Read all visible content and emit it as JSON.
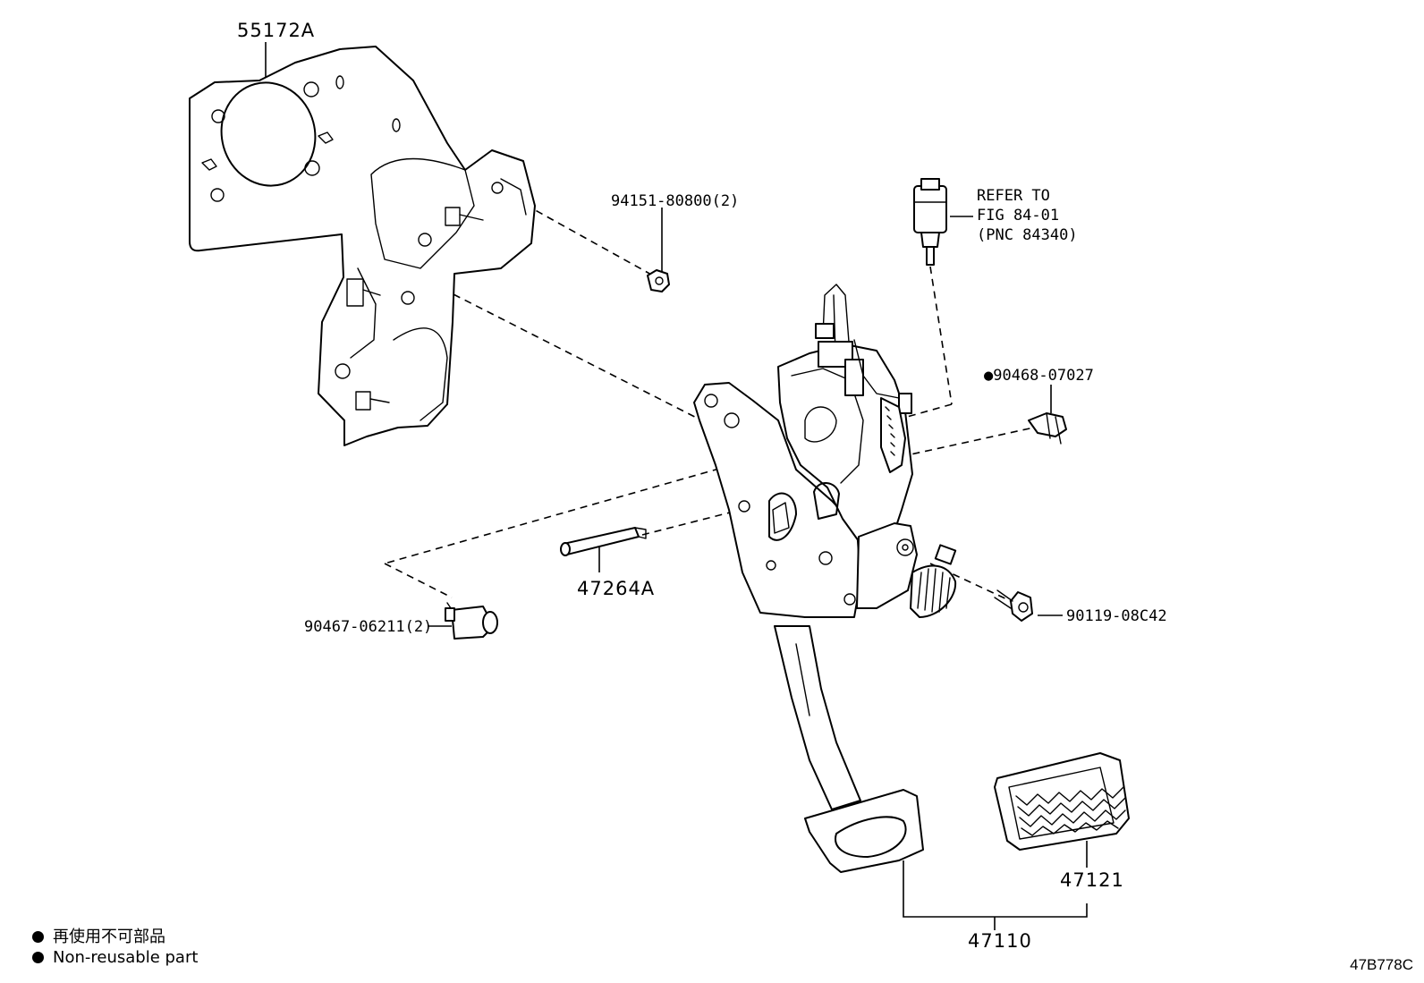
{
  "parts": {
    "p55172A": "55172A",
    "p94151": "94151-80800(2)",
    "refer_line1": "REFER TO",
    "refer_line2": "FIG 84-01",
    "refer_line3": "(PNC 84340)",
    "p90468": "●90468-07027",
    "p47264A": "47264A",
    "p90467": "90467-06211(2)",
    "p90119": "90119-08C42",
    "p47121": "47121",
    "p47110": "47110"
  },
  "legend": {
    "japanese": "再使用不可部品",
    "english": "Non-reusable part"
  },
  "figure_code": "47B778C"
}
